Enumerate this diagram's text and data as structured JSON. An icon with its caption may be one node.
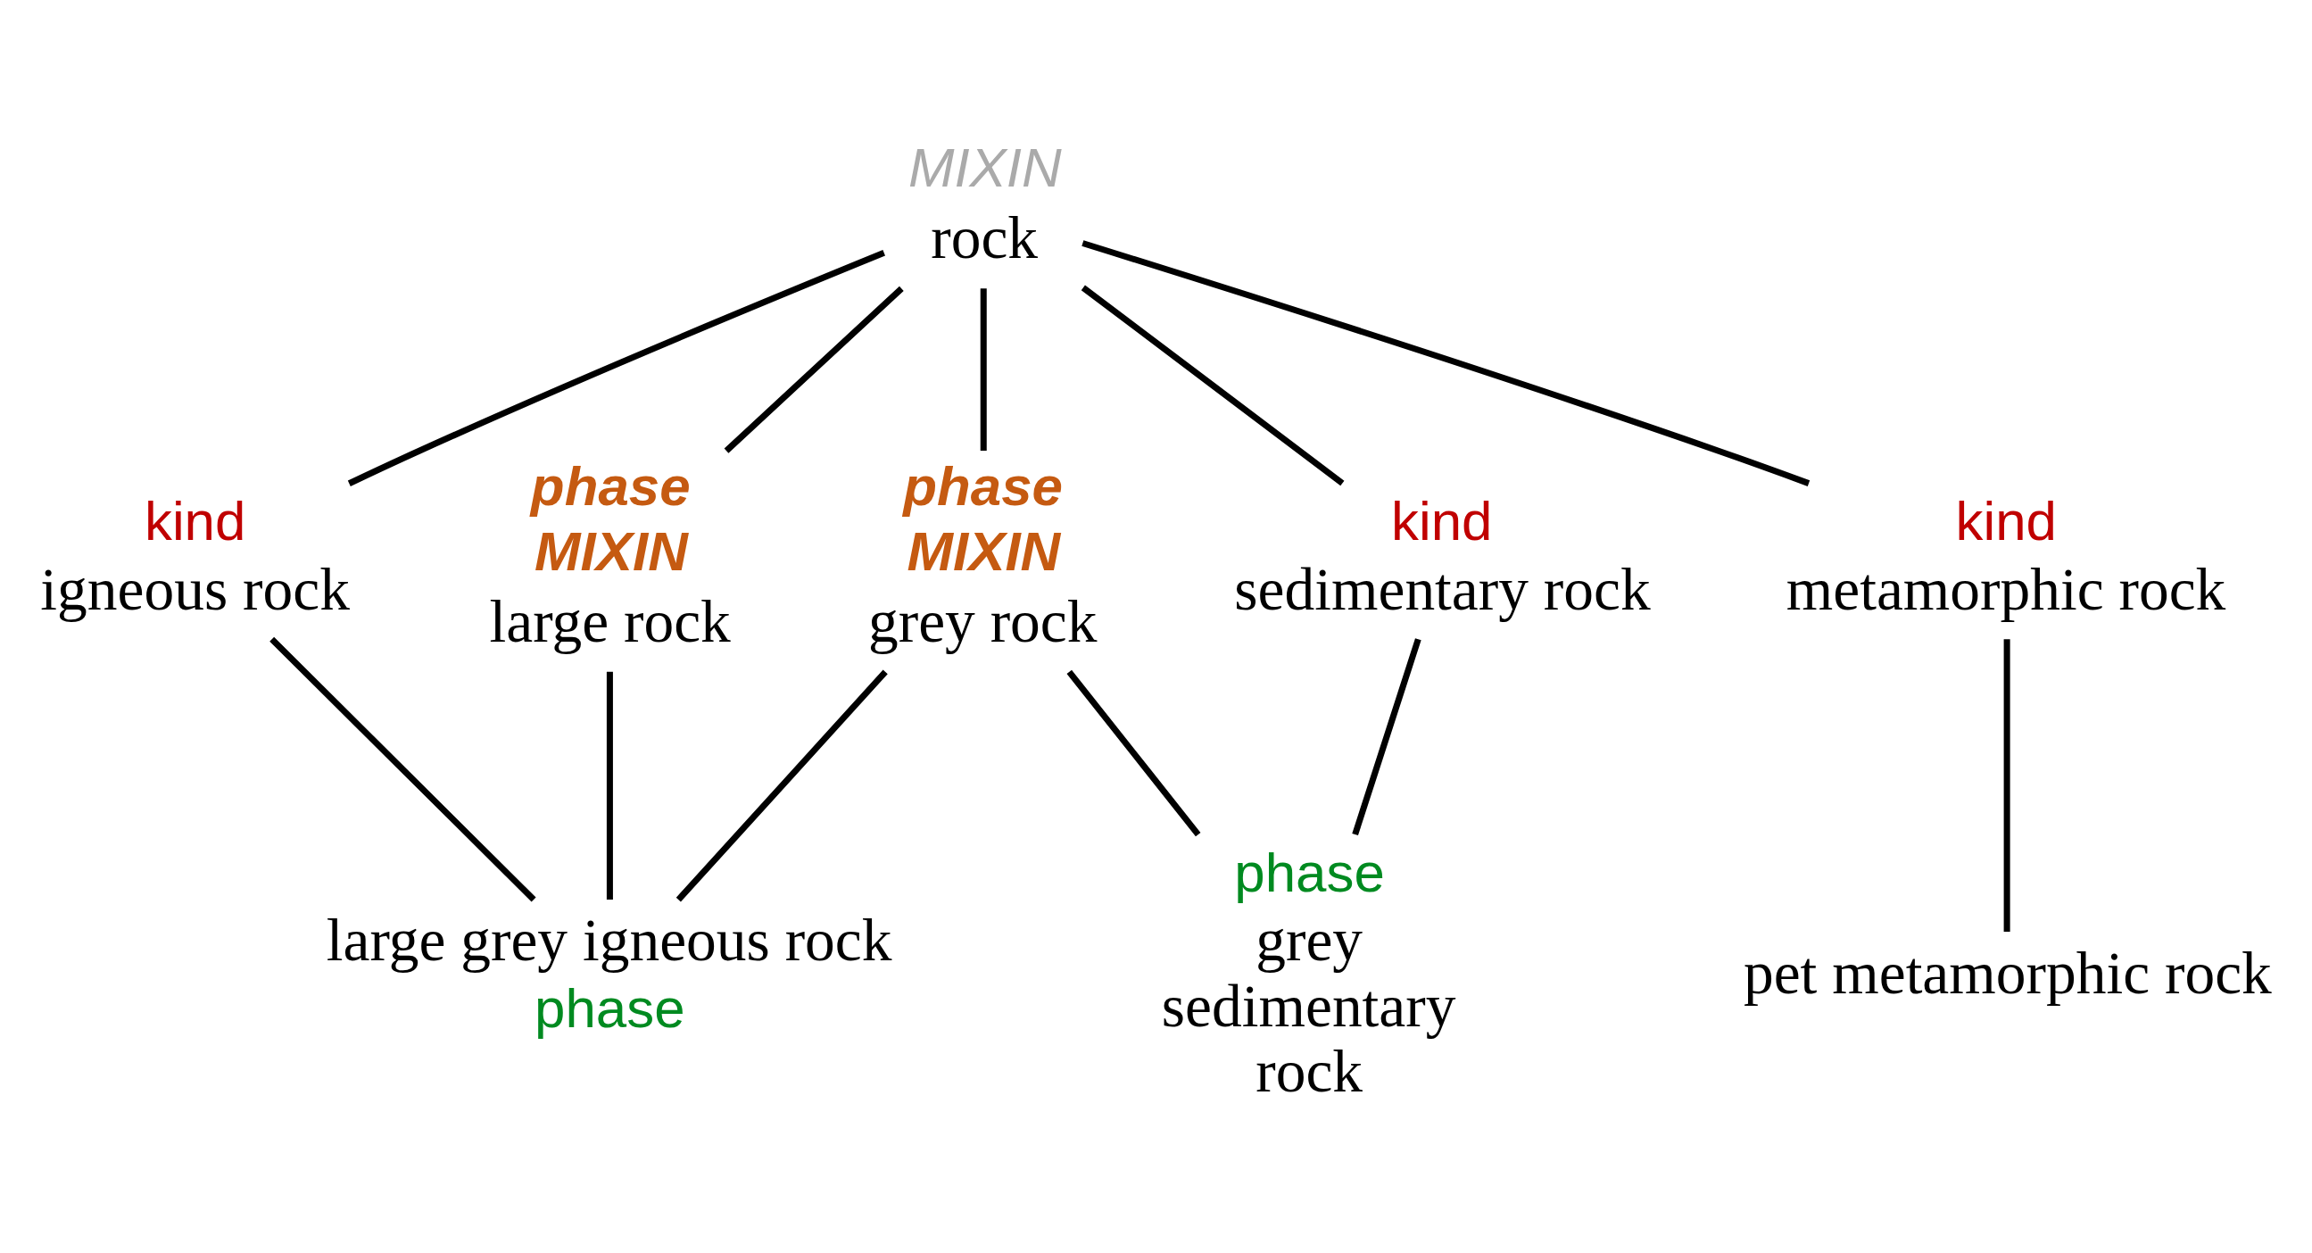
{
  "diagram": {
    "nodes": [
      {
        "text": [
          "rock"
        ],
        "beside": [
          "MIXIN"
        ]
      },
      {
        "text": [
          "igneous rock"
        ],
        "beside": [
          "kind"
        ]
      },
      {
        "text": [
          "sedimentary rock"
        ],
        "beside": [
          "kind"
        ]
      },
      {
        "text": [
          "metamorphic rock"
        ],
        "beside": [
          "kind"
        ]
      },
      {
        "text": [
          "large rock"
        ],
        "beside": [
          "phase",
          "MIXIN"
        ]
      },
      {
        "text": [
          "grey rock"
        ],
        "beside": [
          "phase",
          "MIXIN"
        ]
      },
      {
        "text": [
          "grey sedimentary rock"
        ],
        "beside": [
          "phase"
        ]
      },
      {
        "text": [
          "pet metamorphic rock"
        ]
      },
      {
        "text": [
          "large grey igneous rock"
        ],
        "beside": [
          "phase"
        ]
      }
    ],
    "edges": [
      {
        "from": 0,
        "to": 1,
        "arrow": "none"
      },
      {
        "from": 0,
        "to": 4,
        "arrow": "none"
      },
      {
        "from": 0,
        "to": 2,
        "arrow": "none"
      },
      {
        "from": 0,
        "to": 5,
        "arrow": "none"
      },
      {
        "from": 0,
        "to": 3,
        "arrow": "none"
      },
      {
        "from": 2,
        "to": 6,
        "arrow": "none"
      },
      {
        "from": 5,
        "to": 6,
        "arrow": "none"
      },
      {
        "from": 1,
        "to": 8,
        "arrow": "none"
      },
      {
        "from": 4,
        "to": 8,
        "arrow": "none"
      },
      {
        "from": 5,
        "to": 8,
        "arrow": "none"
      },
      {
        "from": 3,
        "to": 7,
        "arrow": "none"
      }
    ]
  }
}
